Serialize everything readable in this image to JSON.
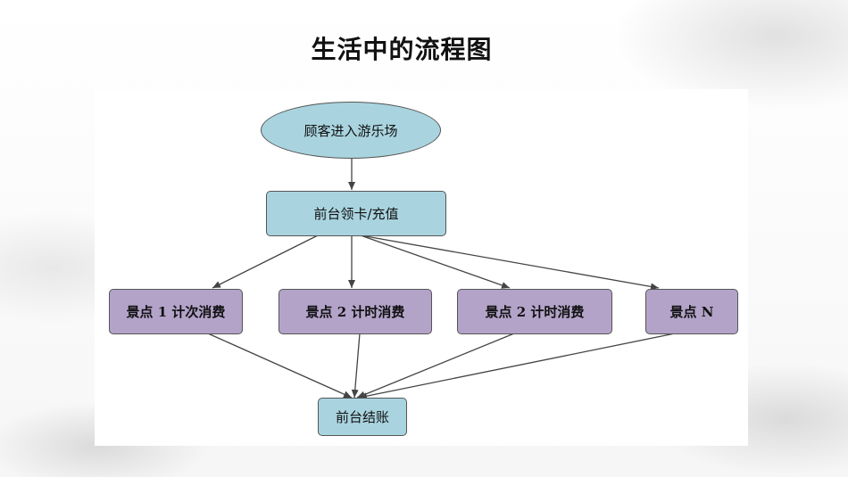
{
  "slide": {
    "title": "生活中的流程图"
  },
  "flowchart": {
    "nodes": {
      "start": "顾客进入游乐场",
      "card": "前台领卡/充值",
      "spot1": "景点 1 计次消费",
      "spot2a": "景点 2 计时消费",
      "spot2b": "景点 2 计时消费",
      "spotN": "景点 N",
      "checkout": "前台结账"
    },
    "edges": [
      [
        "start",
        "card"
      ],
      [
        "card",
        "spot1"
      ],
      [
        "card",
        "spot2a"
      ],
      [
        "card",
        "spot2b"
      ],
      [
        "card",
        "spotN"
      ],
      [
        "spot1",
        "checkout"
      ],
      [
        "spot2a",
        "checkout"
      ],
      [
        "spot2b",
        "checkout"
      ],
      [
        "spotN",
        "checkout"
      ]
    ],
    "colors": {
      "process_fill": "#a9d4df",
      "spot_fill": "#b3a3c9",
      "edge": "#444444"
    }
  }
}
